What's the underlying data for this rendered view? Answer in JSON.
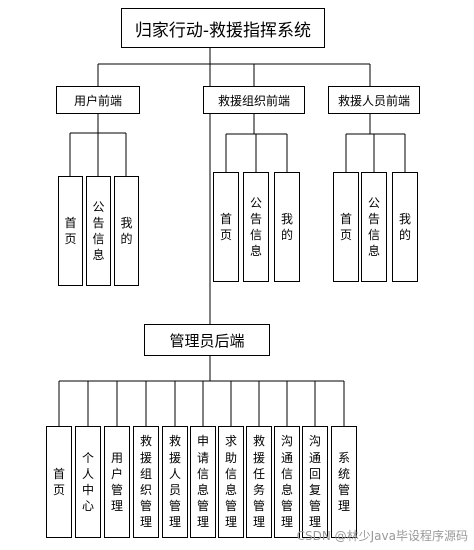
{
  "root": "归家行动-救援指挥系统",
  "groups": [
    {
      "title": "用户前端",
      "children": [
        "首页",
        "公告信息",
        "我的"
      ]
    },
    {
      "title": "救援组织前端",
      "children": [
        "首页",
        "公告信息",
        "我的"
      ]
    },
    {
      "title": "救援人员前端",
      "children": [
        "首页",
        "公告信息",
        "我的"
      ]
    }
  ],
  "admin": {
    "title": "管理员后端",
    "children": [
      "首页",
      "个人中心",
      "用户管理",
      "救援组织管理",
      "救援人员管理",
      "申请信息管理",
      "求助信息管理",
      "救援任务管理",
      "沟通信息管理",
      "沟通回复管理",
      "系统管理"
    ]
  },
  "watermark": "CSDN @林少Java毕设程序源码"
}
